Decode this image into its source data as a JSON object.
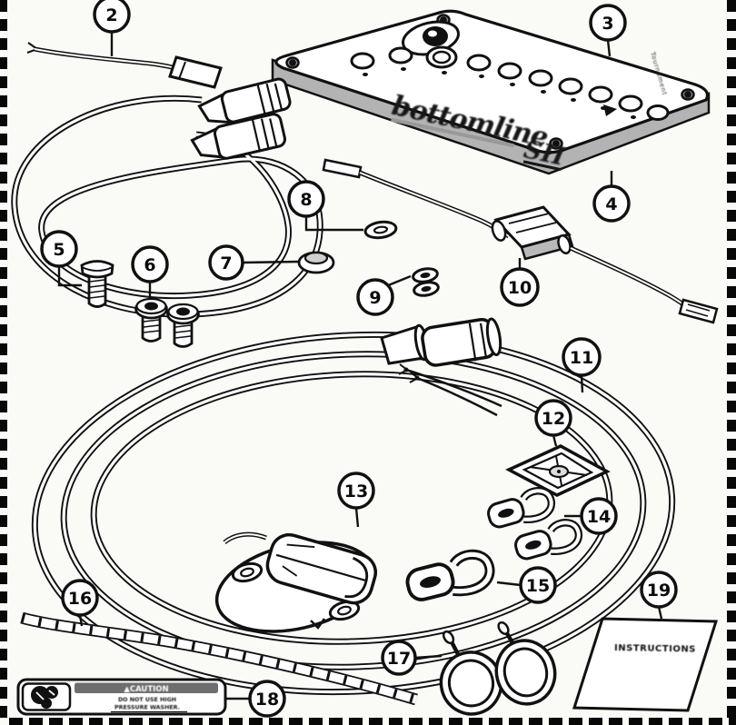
{
  "callouts": {
    "n2": "2",
    "n3": "3",
    "n4": "4",
    "n5": "5",
    "n6": "6",
    "n7": "7",
    "n8": "8",
    "n9": "9",
    "n10": "10",
    "n11": "11",
    "n12": "12",
    "n13": "13",
    "n14": "14",
    "n15": "15",
    "n16": "16",
    "n17": "17",
    "n18": "18",
    "n19": "19"
  },
  "control_head": {
    "logo_text": "bottomline",
    "logo_suffix": "SII",
    "side_print": "Tournament"
  },
  "instructions_sheet": {
    "label": "INSTRUCTIONS"
  },
  "caution_label": {
    "header": "▲CAUTION",
    "line1": "DO NOT USE HIGH",
    "line2": "PRESSURE WASHER."
  },
  "colors": {
    "line": "#111111",
    "panel_side": "#b3b3b3",
    "background": "#fafaf7",
    "caution_bar": "#6e6e6e"
  }
}
